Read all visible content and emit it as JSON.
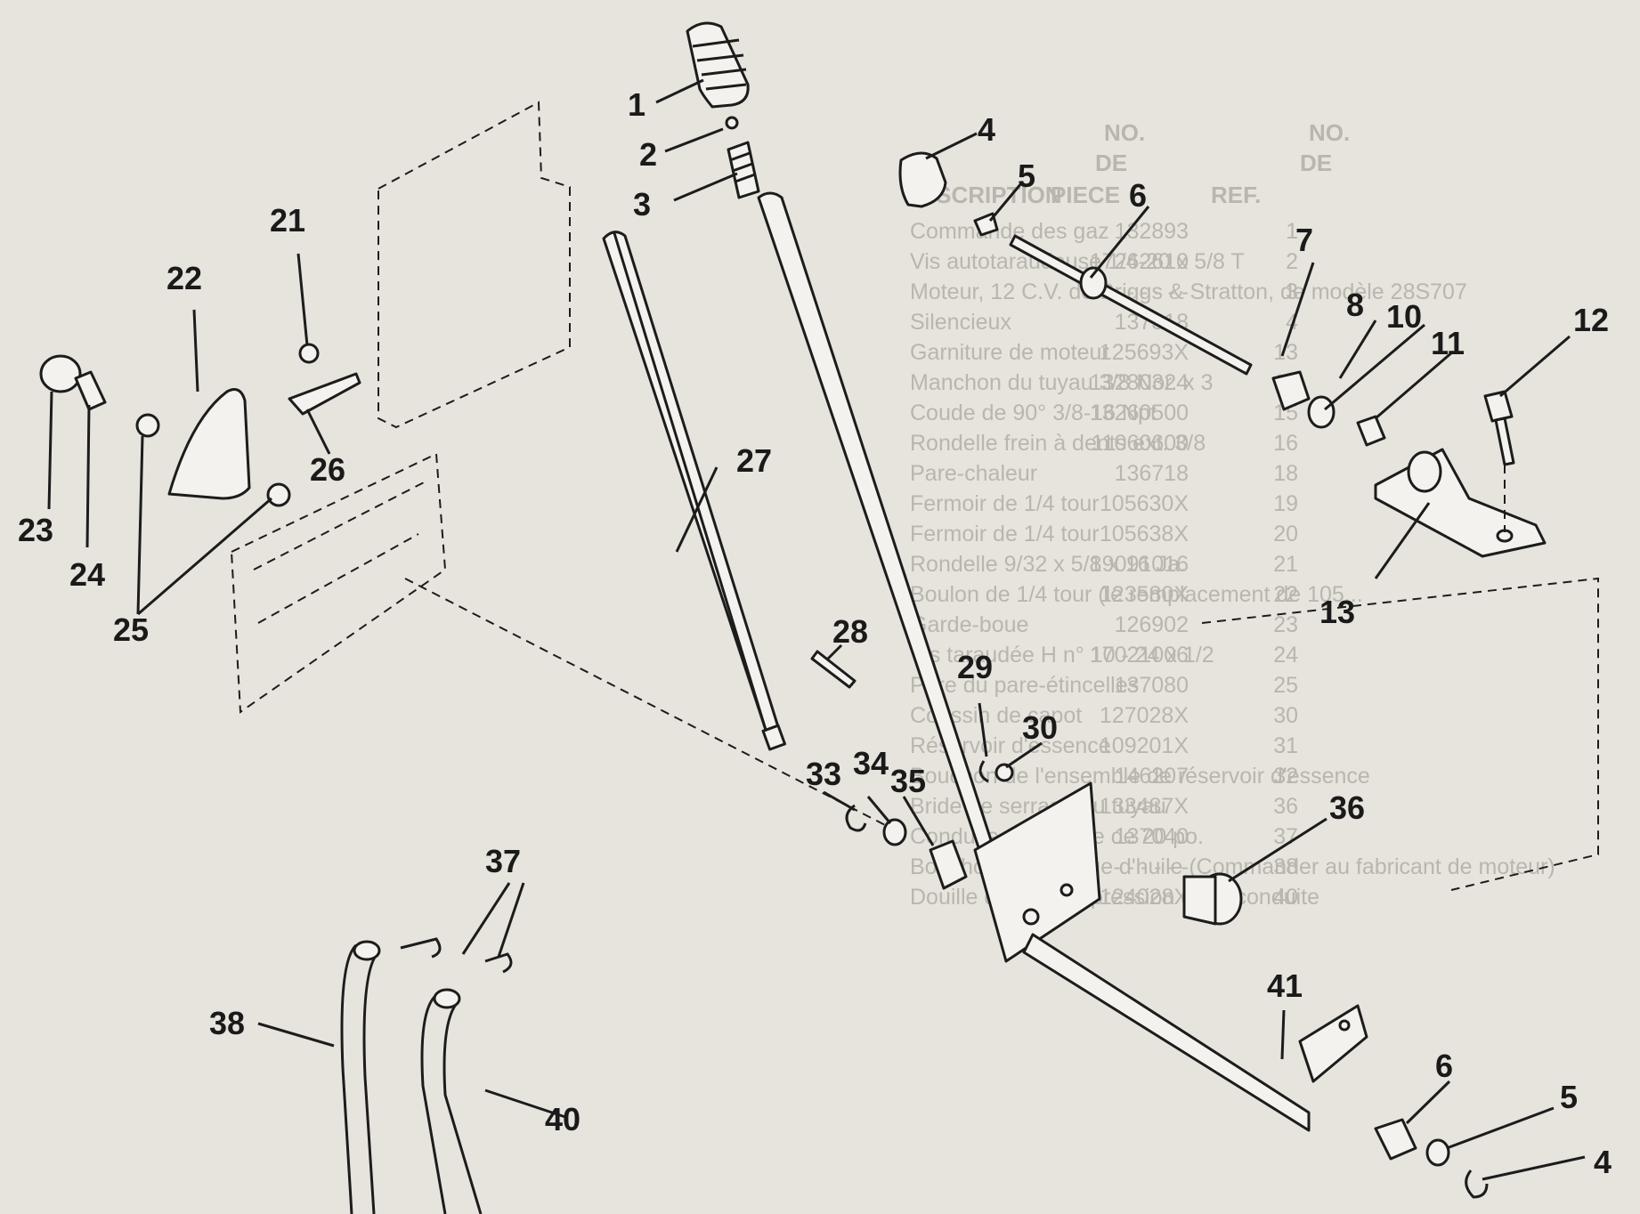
{
  "table_header": {
    "col1": [
      "NO.",
      "DE",
      "REF."
    ],
    "col2": [
      "NO.",
      "DE",
      "PIECE"
    ],
    "col3": "DESCRIPTION"
  },
  "table_rows": [
    {
      "ref": "1",
      "part": "132893",
      "desc": "Commande des gaz"
    },
    {
      "ref": "2",
      "part": "17262610",
      "desc": "Vis autotaraudeuse 1/4-20 x 5/8 T"
    },
    {
      "ref": "3",
      "part": "- - - - - -",
      "desc": "Moteur, 12 C.V. de Briggs & Stratton, de modèle 28S707"
    },
    {
      "ref": "4",
      "part": "137318",
      "desc": "Silencieux"
    },
    {
      "ref": "13",
      "part": "125693X",
      "desc": "Garniture de moteur"
    },
    {
      "ref": "14",
      "part": "13280324",
      "desc": "Manchon du tuyau 3/8 Nor. x 3"
    },
    {
      "ref": "15",
      "part": "13260500",
      "desc": "Coude de 90° 3/8-16 Npt"
    },
    {
      "ref": "16",
      "part": "11060600",
      "desc": "Rondelle frein à dents ext. 3/8"
    },
    {
      "ref": "18",
      "part": "136718",
      "desc": "Pare-chaleur"
    },
    {
      "ref": "19",
      "part": "105630X",
      "desc": "Fermoir de 1/4 tour"
    },
    {
      "ref": "20",
      "part": "105638X",
      "desc": "Fermoir de 1/4 tour"
    },
    {
      "ref": "21",
      "part": "19091016",
      "desc": "Rondelle 9/32 x 5/8 x 16 Ja."
    },
    {
      "ref": "22",
      "part": "123580X",
      "desc": "Boulon de 1/4 tour (le remplacement de 105..."
    },
    {
      "ref": "23",
      "part": "126902",
      "desc": "Garde-boue"
    },
    {
      "ref": "24",
      "part": "17021006",
      "desc": "Vis taraudée H n° 10 - 24 x 1/2"
    },
    {
      "ref": "25",
      "part": "137080",
      "desc": "Pare du pare-étincelles"
    },
    {
      "ref": "30",
      "part": "127028X",
      "desc": "Coussin de capot"
    },
    {
      "ref": "31",
      "part": "109201X",
      "desc": "Réservoir d'essence"
    },
    {
      "ref": "32",
      "part": "146207",
      "desc": "Bouchon de l'ensemble de réservoir d'essence"
    },
    {
      "ref": "36",
      "part": "133487X",
      "desc": "Bride de serrage du tuyau"
    },
    {
      "ref": "37",
      "part": "137040",
      "desc": "Conduite d'essence de 20 po."
    },
    {
      "ref": "38",
      "part": "- - - - - -",
      "desc": "Bouchon de vidange d'huile (Commander au fabricant de moteur)"
    },
    {
      "ref": "40",
      "part": "124028X",
      "desc": "Douille de bouton-pression de la conduite"
    }
  ],
  "callouts": [
    "1",
    "2",
    "3",
    "4",
    "5",
    "6",
    "7",
    "8",
    "10",
    "11",
    "12",
    "13",
    "21",
    "22",
    "23",
    "24",
    "25",
    "26",
    "27",
    "28",
    "29",
    "30",
    "33",
    "34",
    "35",
    "36",
    "37",
    "38",
    "40",
    "41",
    "4",
    "5",
    "6"
  ],
  "colors": {
    "background": "#e6e4dd",
    "ink": "#1c1c1c",
    "ghost": "#b9b6ae"
  }
}
